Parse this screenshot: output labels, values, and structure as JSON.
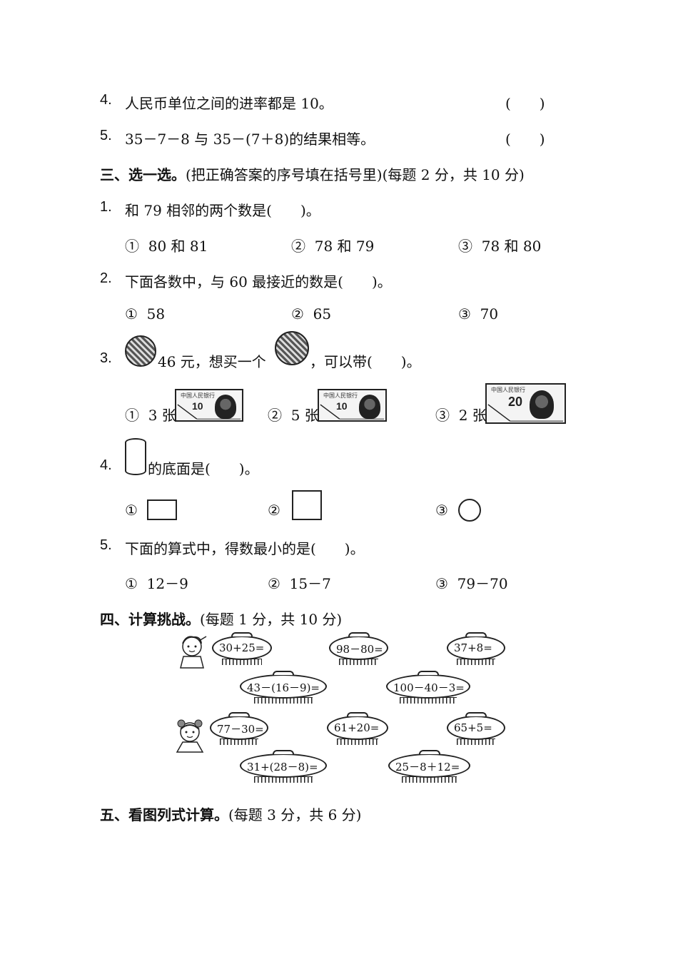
{
  "part2_items": [
    {
      "num": "4.",
      "text": "人民币单位之间的进率都是 10。",
      "bracket": "(　　)"
    },
    {
      "num": "5.",
      "text": "35－7－8 与 35－(7＋8)的结果相等。",
      "bracket": "(　　)"
    }
  ],
  "section3": {
    "title": "三、选一选。",
    "note": "(把正确答案的序号填在括号里)(每题 2 分，共 10 分)"
  },
  "q1": {
    "num": "1.",
    "text": "和 79 相邻的两个数是(　　)。",
    "options": [
      {
        "mark": "①",
        "text": "80 和 81"
      },
      {
        "mark": "②",
        "text": "78 和 79"
      },
      {
        "mark": "③",
        "text": "78 和 80"
      }
    ]
  },
  "q2": {
    "num": "2.",
    "text": "下面各数中，与 60 最接近的数是(　　)。",
    "options": [
      {
        "mark": "①",
        "text": "58"
      },
      {
        "mark": "②",
        "text": "65"
      },
      {
        "mark": "③",
        "text": "70"
      }
    ]
  },
  "q3": {
    "num": "3.",
    "text_a": "46 元，想买一个",
    "text_b": "，可以带(　　)。",
    "options": [
      {
        "mark": "①",
        "text": "3 张",
        "note_value": "10"
      },
      {
        "mark": "②",
        "text": "5 张",
        "note_value": "10"
      },
      {
        "mark": "③",
        "text": "2 张",
        "note_value": "20"
      }
    ],
    "note_header": "中国人民银行"
  },
  "q4": {
    "num": "4.",
    "text": "的底面是(　　)。",
    "options": [
      {
        "mark": "①"
      },
      {
        "mark": "②"
      },
      {
        "mark": "③"
      }
    ]
  },
  "q5": {
    "num": "5.",
    "text": "下面的算式中，得数最小的是(　　)。",
    "options": [
      {
        "mark": "①",
        "text": "12－9"
      },
      {
        "mark": "②",
        "text": "15－7"
      },
      {
        "mark": "③",
        "text": "79－70"
      }
    ]
  },
  "section4": {
    "title": "四、计算挑战。",
    "note": "(每题 1 分，共 10 分)",
    "plates": [
      "30+25=",
      "98－80=",
      "37+8=",
      "43－(16－9)=",
      "100－40－3=",
      "77－30=",
      "61+20=",
      "65+5=",
      "31+(28－8)=",
      "25－8＋12="
    ]
  },
  "section5": {
    "title": "五、看图列式计算。",
    "note": "(每题 3 分，共 6 分)"
  }
}
